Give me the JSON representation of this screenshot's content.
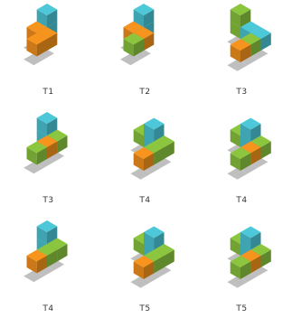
{
  "colors": {
    "cyan": "#4cc8d8",
    "green": "#8cc63f",
    "orange": "#f7941d",
    "shadow": "#bfbfbf"
  },
  "tiles": [
    {
      "label": "T1",
      "blocks": [
        [
          "cyan",
          0,
          0,
          0
        ],
        [
          "cyan",
          0,
          0,
          1
        ],
        [
          "orange",
          0,
          1,
          0
        ],
        [
          "orange",
          1,
          1,
          0
        ],
        [
          "orange",
          1,
          2,
          0
        ]
      ]
    },
    {
      "label": "T2",
      "blocks": [
        [
          "cyan",
          0,
          0,
          0
        ],
        [
          "cyan",
          0,
          0,
          1
        ],
        [
          "orange",
          0,
          1,
          0
        ],
        [
          "orange",
          1,
          1,
          0
        ],
        [
          "green",
          1,
          2,
          0
        ]
      ]
    },
    {
      "label": "T3",
      "blocks": [
        [
          "green",
          0,
          0,
          0
        ],
        [
          "cyan",
          1,
          0,
          0
        ],
        [
          "cyan",
          2,
          0,
          0
        ],
        [
          "green",
          2,
          1,
          0
        ],
        [
          "orange",
          2,
          2,
          0
        ],
        [
          "green",
          0,
          0,
          1
        ]
      ]
    },
    {
      "label": "T3",
      "blocks": [
        [
          "cyan",
          0,
          0,
          0
        ],
        [
          "cyan",
          0,
          0,
          1
        ],
        [
          "green",
          1,
          0,
          0
        ],
        [
          "orange",
          1,
          1,
          0
        ],
        [
          "green",
          1,
          2,
          0
        ]
      ]
    },
    {
      "label": "T4",
      "blocks": [
        [
          "green",
          0,
          0,
          0
        ],
        [
          "cyan",
          1,
          0,
          0
        ],
        [
          "green",
          2,
          0,
          0
        ],
        [
          "green",
          2,
          1,
          0
        ],
        [
          "orange",
          2,
          2,
          0
        ],
        [
          "cyan",
          1,
          0,
          1
        ]
      ]
    },
    {
      "label": "T4",
      "blocks": [
        [
          "green",
          0,
          0,
          0
        ],
        [
          "cyan",
          1,
          0,
          0
        ],
        [
          "green",
          2,
          0,
          0
        ],
        [
          "orange",
          2,
          1,
          0
        ],
        [
          "green",
          2,
          2,
          0
        ],
        [
          "cyan",
          1,
          0,
          1
        ]
      ]
    },
    {
      "label": "T4",
      "blocks": [
        [
          "cyan",
          0,
          0,
          0
        ],
        [
          "cyan",
          0,
          0,
          1
        ],
        [
          "green",
          1,
          0,
          0
        ],
        [
          "green",
          1,
          1,
          0
        ],
        [
          "orange",
          1,
          2,
          0
        ]
      ]
    },
    {
      "label": "T5",
      "blocks": [
        [
          "green",
          0,
          0,
          0
        ],
        [
          "cyan",
          1,
          0,
          0
        ],
        [
          "green",
          2,
          0,
          0
        ],
        [
          "green",
          2,
          1,
          0
        ],
        [
          "orange",
          2,
          2,
          0
        ],
        [
          "cyan",
          1,
          0,
          1
        ]
      ]
    },
    {
      "label": "T5",
      "blocks": [
        [
          "green",
          0,
          0,
          0
        ],
        [
          "cyan",
          1,
          0,
          0
        ],
        [
          "green",
          2,
          0,
          0
        ],
        [
          "orange",
          2,
          1,
          0
        ],
        [
          "green",
          2,
          2,
          0
        ],
        [
          "cyan",
          1,
          0,
          1
        ]
      ]
    }
  ]
}
